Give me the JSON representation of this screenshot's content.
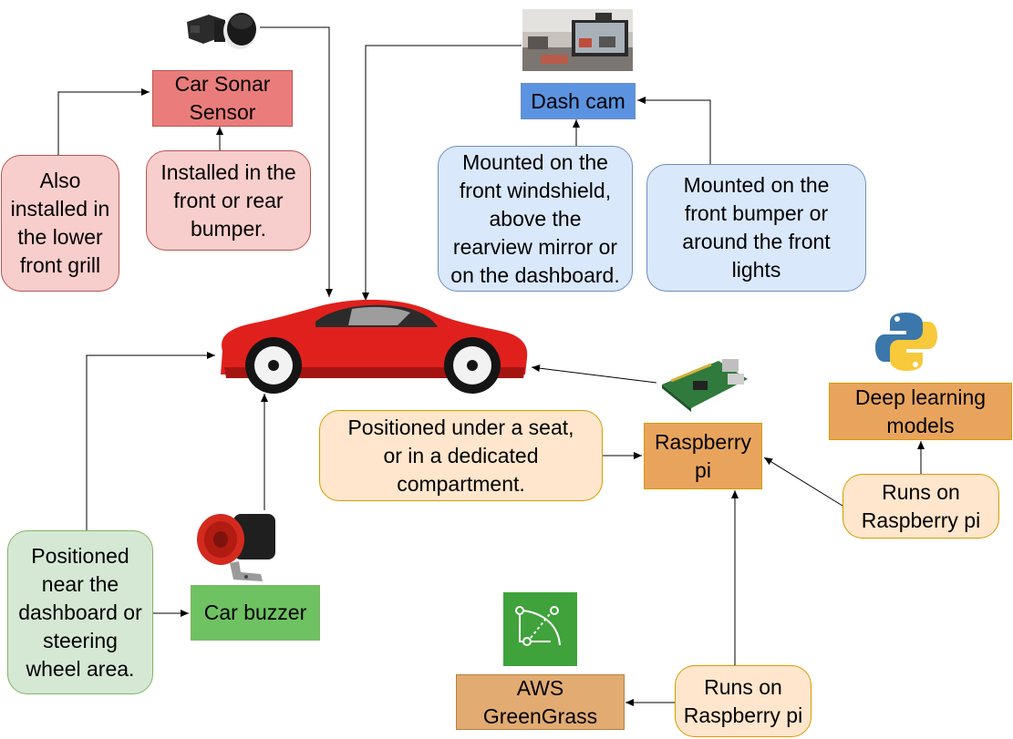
{
  "nodes": {
    "car_sonar_sensor": "Car Sonar\nSensor",
    "sonar_bumper_note": "Installed in the\nfront or rear\nbumper.",
    "sonar_grill_note": "Also\ninstalled in\nthe lower\nfront grill",
    "dash_cam": "Dash cam",
    "dashcam_windshield_note": "Mounted on the\nfront windshield,\nabove the\nrearview mirror or\non the dashboard.",
    "dashcam_bumper_note": "Mounted on the\nfront bumper or\naround the front\nlights",
    "raspberry_pi": "Raspberry\npi",
    "pi_position_note": "Positioned under a seat,\nor in a dedicated\ncompartment.",
    "deep_learning_models": "Deep learning\nmodels",
    "dl_runs_on_pi": "Runs on\nRaspberry pi",
    "car_buzzer": "Car buzzer",
    "buzzer_position_note": "Positioned\nnear the\ndashboard or\nsteering\nwheel area.",
    "aws_greengrass": "AWS\nGreenGrass",
    "greengrass_runs_on_pi": "Runs on\nRaspberry pi"
  },
  "colors": {
    "sonar_fill": "#ea7d7b",
    "note_red_fill": "#f8cecc",
    "note_red_border": "#b85450",
    "dashcam_fill": "#5b93e0",
    "note_blue_fill": "#dae8fc",
    "note_blue_border": "#6c8ebf",
    "pi_fill": "#e8a45d",
    "note_orange_fill": "#ffe6cc",
    "note_orange_border": "#d79b00",
    "buzzer_fill": "#6ec261",
    "note_green_fill": "#d5e8d4",
    "note_green_border": "#82b366",
    "greengrass_fill": "#e2ab72",
    "car_body": "#e0201c"
  },
  "images": [
    "sonar-sensor-image",
    "dash-cam-image",
    "car-image",
    "raspberry-pi-board-image",
    "python-logo",
    "buzzer-image",
    "aws-greengrass-icon"
  ]
}
